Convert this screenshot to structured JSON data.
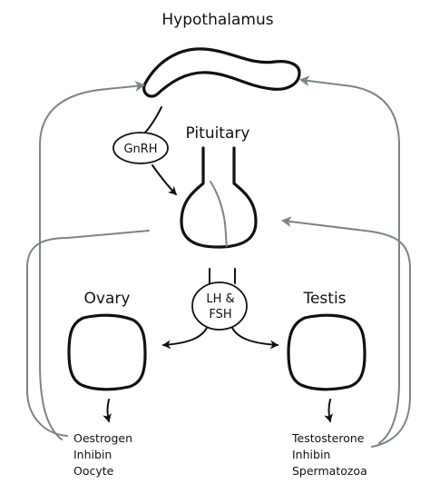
{
  "diagram": {
    "hypothalamus_label": "Hypothalamus",
    "pituitary_label": "Pituitary",
    "gnrh_label": "GnRH",
    "lh_fsh_line1": "LH &",
    "lh_fsh_line2": "FSH",
    "ovary_label": "Ovary",
    "testis_label": "Testis",
    "ovary_outputs": [
      "Oestrogen",
      "Inhibin",
      "Oocyte"
    ],
    "testis_outputs": [
      "Testosterone",
      "Inhibin",
      "Spermatozoa"
    ]
  },
  "colors": {
    "outline": "#111111",
    "feedback_line": "#7a8585",
    "background": "#ffffff"
  }
}
